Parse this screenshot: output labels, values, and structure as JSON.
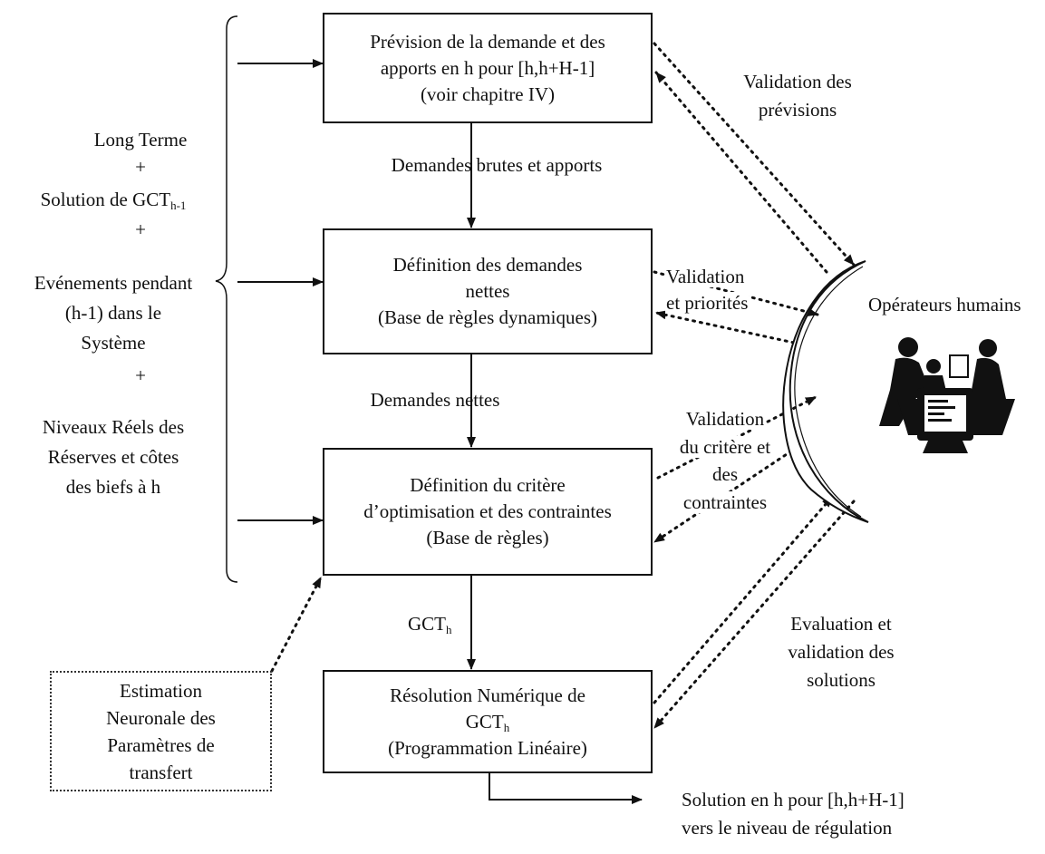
{
  "boxes": {
    "prevision": [
      "Prévision de la demande et des",
      "apports en h pour [h,h+H-1]",
      "(voir chapitre IV)"
    ],
    "demandes": [
      "Définition des demandes",
      "nettes",
      "(Base de règles dynamiques)"
    ],
    "critere": [
      "Définition du critère",
      "d’optimisation et des contraintes",
      "(Base de règles)"
    ],
    "resolution": {
      "line1": "Résolution Numérique de",
      "gct": "GCT",
      "gct_sub": "h",
      "line3": "(Programmation Linéaire)"
    },
    "estimation": [
      "Estimation",
      "Neuronale des",
      "Paramètres de",
      "transfert"
    ]
  },
  "inputs": {
    "long_terme": "Long Terme",
    "plus": "+",
    "solution": "Solution de GCT",
    "solution_sub": "h-1",
    "evenements": [
      "Evénements pendant",
      "(h-1) dans le",
      "Système"
    ],
    "niveaux": [
      "Niveaux Réels des",
      "Réserves et côtes",
      "des biefs à h"
    ]
  },
  "flows": {
    "brutes": "Demandes brutes et apports",
    "nettes": "Demandes nettes",
    "gct": "GCT",
    "gct_sub": "h"
  },
  "validations": {
    "previsions": [
      "Validation des",
      "prévisions"
    ],
    "priorites": [
      "Validation",
      "et priorités"
    ],
    "critere": [
      "Validation",
      "du critère et",
      "des",
      "contraintes"
    ],
    "evaluation": [
      "Evaluation et",
      "validation des",
      "solutions"
    ]
  },
  "operators": {
    "label": "Opérateurs humains"
  },
  "output": [
    "Solution en h pour [h,h+H-1]",
    "vers le niveau de régulation"
  ]
}
